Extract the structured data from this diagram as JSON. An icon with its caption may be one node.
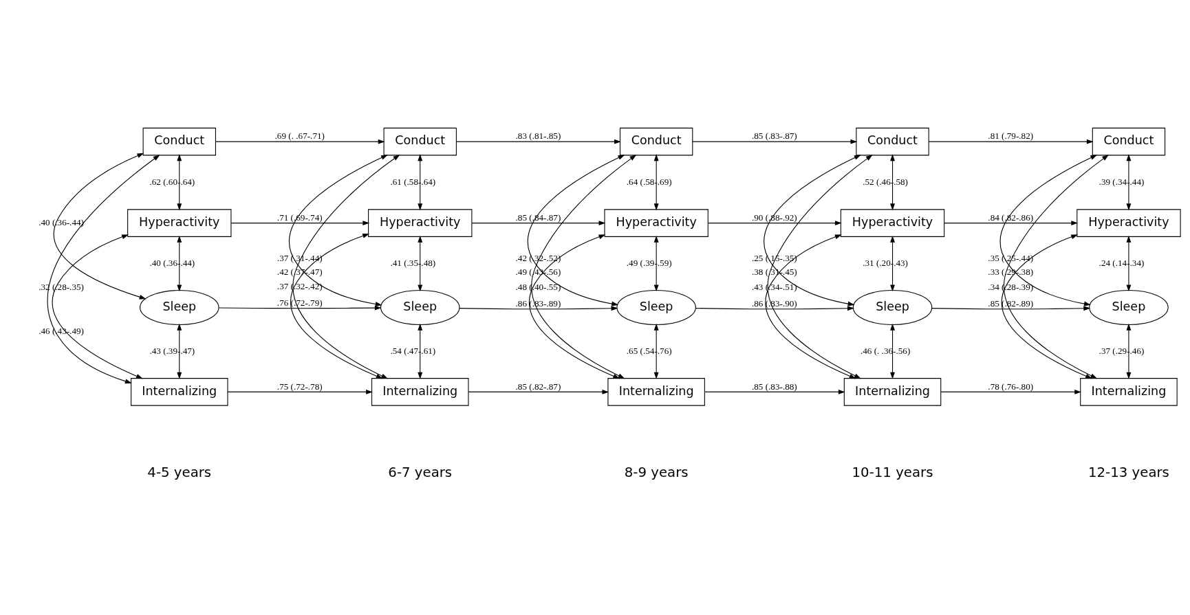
{
  "diagram": {
    "nodes": [
      {
        "text": [
          "Conduct"
        ]
      },
      {
        "text": [
          "Conduct"
        ]
      },
      {
        "text": [
          "Conduct"
        ]
      },
      {
        "text": [
          "Conduct"
        ]
      },
      {
        "text": [
          "Conduct"
        ]
      },
      {
        "text": [
          "Hyperactivity"
        ]
      },
      {
        "text": [
          "Hyperactivity"
        ]
      },
      {
        "text": [
          "Hyperactivity"
        ]
      },
      {
        "text": [
          "Hyperactivity"
        ]
      },
      {
        "text": [
          "Hyperactivity"
        ]
      },
      {
        "text": [
          "Sleep"
        ]
      },
      {
        "text": [
          "Sleep"
        ]
      },
      {
        "text": [
          "Sleep"
        ]
      },
      {
        "text": [
          "Sleep"
        ]
      },
      {
        "text": [
          "Sleep"
        ]
      },
      {
        "text": [
          "Internalizing"
        ]
      },
      {
        "text": [
          "Internalizing"
        ]
      },
      {
        "text": [
          "Internalizing"
        ]
      },
      {
        "text": [
          "Internalizing"
        ]
      },
      {
        "text": [
          "Internalizing"
        ]
      }
    ],
    "edges": [
      {
        "from": 0,
        "to": 1,
        "arrow": "to",
        "label": ".69 (. .67-.71)"
      },
      {
        "from": 1,
        "to": 2,
        "arrow": "to",
        "label": ".83 (.81-.85)"
      },
      {
        "from": 2,
        "to": 3,
        "arrow": "to",
        "label": ".85 (.83-.87)"
      },
      {
        "from": 3,
        "to": 4,
        "arrow": "to",
        "label": ".81 (.79-.82)"
      },
      {
        "from": 5,
        "to": 6,
        "arrow": "to",
        "label": ".71 (.69-.74)"
      },
      {
        "from": 6,
        "to": 7,
        "arrow": "to",
        "label": ".85 (.84-.87)"
      },
      {
        "from": 7,
        "to": 8,
        "arrow": "to",
        "label": ".90 (.88-.92)"
      },
      {
        "from": 8,
        "to": 9,
        "arrow": "to",
        "label": ".84 (.82-.86)"
      },
      {
        "from": 10,
        "to": 11,
        "arrow": "to",
        "label": ".76 (.72-.79)"
      },
      {
        "from": 11,
        "to": 12,
        "arrow": "to",
        "label": ".86 (.83-.89)"
      },
      {
        "from": 12,
        "to": 13,
        "arrow": "to",
        "label": ".86 (.83-.90)"
      },
      {
        "from": 13,
        "to": 14,
        "arrow": "to",
        "label": ".85 (.82-.89)"
      },
      {
        "from": 15,
        "to": 16,
        "arrow": "to",
        "label": ".75 (.72-.78)"
      },
      {
        "from": 16,
        "to": 17,
        "arrow": "to",
        "label": ".85 (.82-.87)"
      },
      {
        "from": 17,
        "to": 18,
        "arrow": "to",
        "label": ".85 (.83-.88)"
      },
      {
        "from": 18,
        "to": 19,
        "arrow": "to",
        "label": ".78 (.76-.80)"
      },
      {
        "from": 0,
        "to": 5,
        "arrow": "both",
        "label": ".62 (.60-.64)"
      },
      {
        "from": 5,
        "to": 10,
        "arrow": "both",
        "label": ".40 (.36-.44)"
      },
      {
        "from": 10,
        "to": 15,
        "arrow": "both",
        "label": ".43 (.39-.47)"
      },
      {
        "from": 0,
        "to": 10,
        "arrow": "both",
        "label": ".40 (.36-.44)"
      },
      {
        "from": 5,
        "to": 15,
        "arrow": "both",
        "label": ".32 (.28-.35)"
      },
      {
        "from": 0,
        "to": 15,
        "arrow": "both",
        "label": ".46 (.43-.49)"
      },
      {
        "from": 1,
        "to": 6,
        "arrow": "both",
        "label": ".61 (.58-.64)"
      },
      {
        "from": 6,
        "to": 11,
        "arrow": "both",
        "label": ".41 (.35-.48)"
      },
      {
        "from": 11,
        "to": 16,
        "arrow": "both",
        "label": ".54 (.47-.61)"
      },
      {
        "from": 1,
        "to": 11,
        "arrow": "both",
        "label": ".37 (.31-.44)"
      },
      {
        "from": 6,
        "to": 16,
        "arrow": "both",
        "label": ".37 (.32-.42)"
      },
      {
        "from": 1,
        "to": 16,
        "arrow": "both",
        "label": ".42 (.37-.47)"
      },
      {
        "from": 2,
        "to": 7,
        "arrow": "both",
        "label": ".64 (.58-.69)"
      },
      {
        "from": 7,
        "to": 12,
        "arrow": "both",
        "label": ".49 (.39-.59)"
      },
      {
        "from": 12,
        "to": 17,
        "arrow": "both",
        "label": ".65 (.54-.76)"
      },
      {
        "from": 2,
        "to": 12,
        "arrow": "both",
        "label": ".42 (.32-.52)"
      },
      {
        "from": 7,
        "to": 17,
        "arrow": "both",
        "label": ".48 (.40-.55)"
      },
      {
        "from": 2,
        "to": 17,
        "arrow": "both",
        "label": ".49 (.43-.56)"
      },
      {
        "from": 3,
        "to": 8,
        "arrow": "both",
        "label": ".52 (.46-.58)"
      },
      {
        "from": 8,
        "to": 13,
        "arrow": "both",
        "label": ".31 (.20-.43)"
      },
      {
        "from": 13,
        "to": 18,
        "arrow": "both",
        "label": ".46 (. .36-.56)"
      },
      {
        "from": 3,
        "to": 13,
        "arrow": "both",
        "label": ".25 (.15-.35)"
      },
      {
        "from": 8,
        "to": 18,
        "arrow": "both",
        "label": ".43 (.34-.51)"
      },
      {
        "from": 3,
        "to": 18,
        "arrow": "both",
        "label": ".38 (.31-.45)"
      },
      {
        "from": 4,
        "to": 9,
        "arrow": "both",
        "label": ".39 (.34-.44)"
      },
      {
        "from": 9,
        "to": 14,
        "arrow": "both",
        "label": ".24 (.14-.34)"
      },
      {
        "from": 14,
        "to": 19,
        "arrow": "both",
        "label": ".37 (.29-.46)"
      },
      {
        "from": 4,
        "to": 14,
        "arrow": "both",
        "label": ".35 (.25-.44)"
      },
      {
        "from": 9,
        "to": 19,
        "arrow": "both",
        "label": ".34 (.28-.39)"
      },
      {
        "from": 4,
        "to": 19,
        "arrow": "both",
        "label": ".33 (.29-.38)"
      }
    ],
    "labels": [
      "4-5 years",
      "6-7 years",
      "8-9 years",
      "10-11 years",
      "12-13 years"
    ]
  }
}
